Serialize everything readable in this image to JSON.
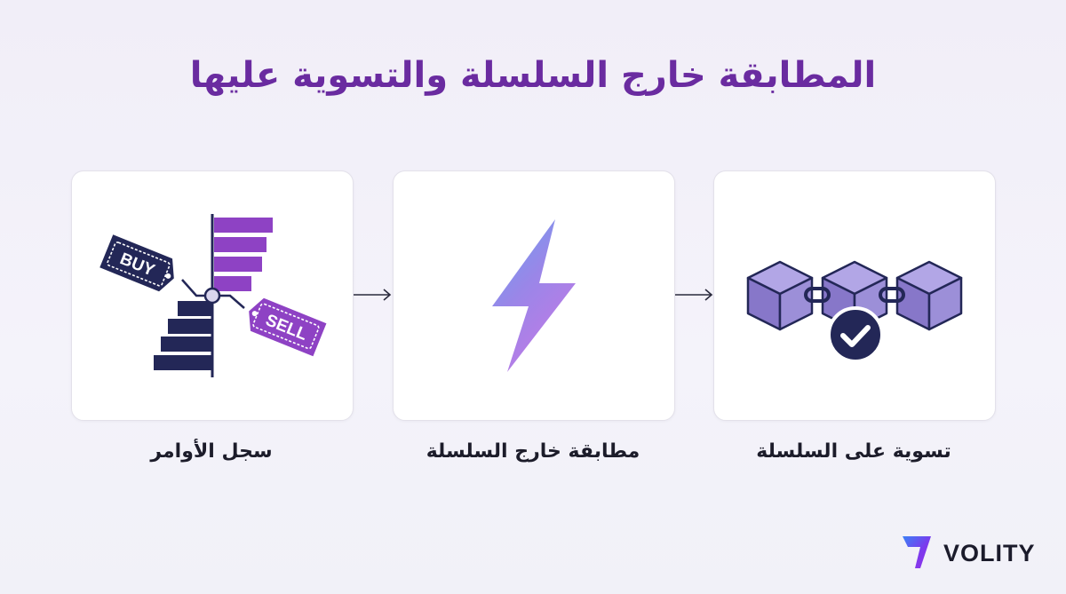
{
  "title": "المطابقة خارج السلسلة والتسوية عليها",
  "steps": [
    {
      "label": "سجل الأوامر",
      "icon": "order-book-icon",
      "tags": [
        "BUY",
        "SELL"
      ]
    },
    {
      "label": "مطابقة خارج السلسلة",
      "icon": "lightning-bolt-icon"
    },
    {
      "label": "تسوية على السلسلة",
      "icon": "blockchain-check-icon"
    }
  ],
  "brand": {
    "name": "VOLITY"
  },
  "colors": {
    "title": "#6a2ba0",
    "navy": "#232757",
    "purple": "#8e42c4",
    "cube": "#8777c9"
  }
}
